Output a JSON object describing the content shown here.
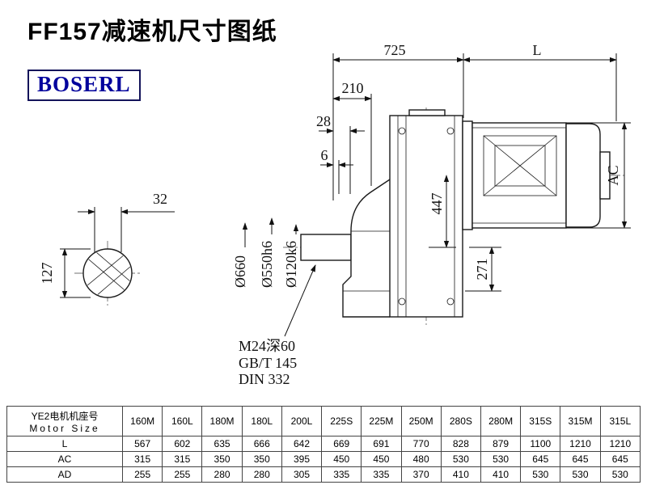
{
  "page": {
    "title": "FF157减速机尺寸图纸",
    "brand": "BOSERL"
  },
  "drawing": {
    "dim_725": "725",
    "dim_L": "L",
    "dim_210": "210",
    "dim_28": "28",
    "dim_6": "6",
    "dim_AC": "AC",
    "dim_447": "447",
    "dim_271": "271",
    "dim_32": "32",
    "dim_127": "127",
    "dia_660": "Ø660",
    "dia_550": "Ø550h6",
    "dia_120": "Ø120k6",
    "thread_spec": "M24深60",
    "standard_gb": "GB/T 145",
    "standard_din": "DIN 332"
  },
  "table": {
    "header_cn": "YE2电机机座号",
    "header_en": "Motor Size",
    "columns": [
      "160M",
      "160L",
      "180M",
      "180L",
      "200L",
      "225S",
      "225M",
      "250M",
      "280S",
      "280M",
      "315S",
      "315M",
      "315L"
    ],
    "rows": [
      {
        "label": "L",
        "values": [
          "567",
          "602",
          "635",
          "666",
          "642",
          "669",
          "691",
          "770",
          "828",
          "879",
          "1100",
          "1210",
          "1210"
        ]
      },
      {
        "label": "AC",
        "values": [
          "315",
          "315",
          "350",
          "350",
          "395",
          "450",
          "450",
          "480",
          "530",
          "530",
          "645",
          "645",
          "645"
        ]
      },
      {
        "label": "AD",
        "values": [
          "255",
          "255",
          "280",
          "280",
          "305",
          "335",
          "335",
          "370",
          "410",
          "410",
          "530",
          "530",
          "530"
        ]
      }
    ]
  }
}
